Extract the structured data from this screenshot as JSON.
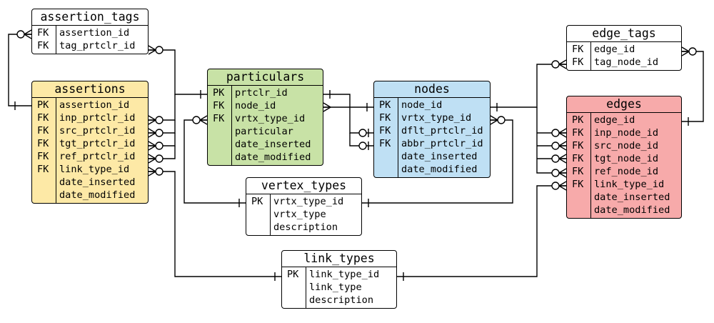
{
  "entities": {
    "assertion_tags": {
      "title": "assertion_tags",
      "rows": [
        {
          "key": "FK",
          "field": "assertion_id"
        },
        {
          "key": "FK",
          "field": "tag_prtclr_id"
        }
      ]
    },
    "assertions": {
      "title": "assertions",
      "color": "#fde9a6",
      "rows": [
        {
          "key": "PK",
          "field": "assertion_id"
        },
        {
          "key": "FK",
          "field": "inp_prtclr_id"
        },
        {
          "key": "FK",
          "field": "src_prtclr_id"
        },
        {
          "key": "FK",
          "field": "tgt_prtclr_id"
        },
        {
          "key": "FK",
          "field": "ref_prtclr_id"
        },
        {
          "key": "FK",
          "field": "link_type_id"
        },
        {
          "key": "",
          "field": "date_inserted"
        },
        {
          "key": "",
          "field": "date_modified"
        }
      ]
    },
    "particulars": {
      "title": "particulars",
      "color": "#c8e2a6",
      "rows": [
        {
          "key": "PK",
          "field": "prtclr_id"
        },
        {
          "key": "FK",
          "field": "node_id"
        },
        {
          "key": "FK",
          "field": "vrtx_type_id"
        },
        {
          "key": "",
          "field": "particular"
        },
        {
          "key": "",
          "field": "date_inserted"
        },
        {
          "key": "",
          "field": "date_modified"
        }
      ]
    },
    "nodes": {
      "title": "nodes",
      "color": "#bfe0f4",
      "rows": [
        {
          "key": "PK",
          "field": "node_id"
        },
        {
          "key": "FK",
          "field": "vrtx_type_id"
        },
        {
          "key": "FK",
          "field": "dflt_prtclr_id"
        },
        {
          "key": "FK",
          "field": "abbr_prtclr_id"
        },
        {
          "key": "",
          "field": "date_inserted"
        },
        {
          "key": "",
          "field": "date_modified"
        }
      ]
    },
    "edge_tags": {
      "title": "edge_tags",
      "rows": [
        {
          "key": "FK",
          "field": "edge_id"
        },
        {
          "key": "FK",
          "field": "tag_node_id"
        }
      ]
    },
    "edges": {
      "title": "edges",
      "color": "#f7aaaa",
      "rows": [
        {
          "key": "PK",
          "field": "edge_id"
        },
        {
          "key": "FK",
          "field": "inp_node_id"
        },
        {
          "key": "FK",
          "field": "src_node_id"
        },
        {
          "key": "FK",
          "field": "tgt_node_id"
        },
        {
          "key": "FK",
          "field": "ref_node_id"
        },
        {
          "key": "FK",
          "field": "link_type_id"
        },
        {
          "key": "",
          "field": "date_inserted"
        },
        {
          "key": "",
          "field": "date_modified"
        }
      ]
    },
    "vertex_types": {
      "title": "vertex_types",
      "rows": [
        {
          "key": "PK",
          "field": "vrtx_type_id"
        },
        {
          "key": "",
          "field": "vrtx_type"
        },
        {
          "key": "",
          "field": "description"
        }
      ]
    },
    "link_types": {
      "title": "link_types",
      "rows": [
        {
          "key": "PK",
          "field": "link_type_id"
        },
        {
          "key": "",
          "field": "link_type"
        },
        {
          "key": "",
          "field": "description"
        }
      ]
    }
  }
}
